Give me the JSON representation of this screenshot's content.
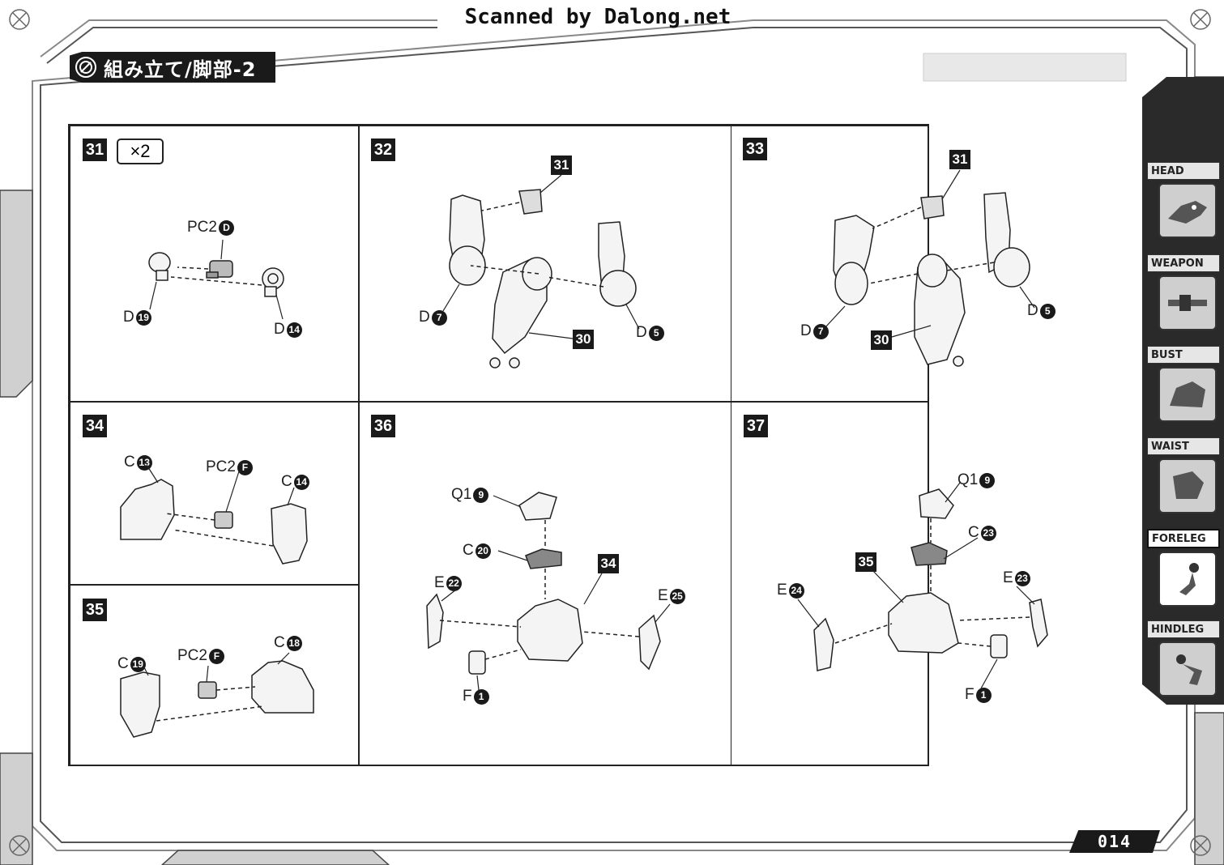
{
  "scan_credit": "Scanned by Dalong.net",
  "section_title": "組み立て/脚部-2",
  "page_number": "014",
  "side_tabs": [
    {
      "label": "HEAD",
      "icon": "head-icon",
      "active": false
    },
    {
      "label": "WEAPON",
      "icon": "weapon-icon",
      "active": false
    },
    {
      "label": "BUST",
      "icon": "bust-icon",
      "active": false
    },
    {
      "label": "WAIST",
      "icon": "waist-icon",
      "active": false
    },
    {
      "label": "FORELEG",
      "icon": "foreleg-icon",
      "active": true
    },
    {
      "label": "HINDLEG",
      "icon": "hindleg-icon",
      "active": false
    }
  ],
  "steps": {
    "s31": {
      "number": "31",
      "multiplier": "×2",
      "labels": {
        "pc2": {
          "text": "PC2",
          "num": "D"
        },
        "d19": {
          "text": "D",
          "num": "19"
        },
        "d14": {
          "text": "D",
          "num": "14"
        }
      }
    },
    "s32": {
      "number": "32",
      "ref31": "31",
      "ref30": "30",
      "labels": {
        "d7": {
          "text": "D",
          "num": "7"
        },
        "d5": {
          "text": "D",
          "num": "5"
        }
      }
    },
    "s33": {
      "number": "33",
      "ref31": "31",
      "ref30": "30",
      "labels": {
        "d7": {
          "text": "D",
          "num": "7"
        },
        "d5": {
          "text": "D",
          "num": "5"
        }
      }
    },
    "s34": {
      "number": "34",
      "labels": {
        "c13": {
          "text": "C",
          "num": "13"
        },
        "pc2": {
          "text": "PC2",
          "num": "F"
        },
        "c14": {
          "text": "C",
          "num": "14"
        }
      }
    },
    "s35": {
      "number": "35",
      "labels": {
        "c19": {
          "text": "C",
          "num": "19"
        },
        "pc2": {
          "text": "PC2",
          "num": "F"
        },
        "c18": {
          "text": "C",
          "num": "18"
        }
      }
    },
    "s36": {
      "number": "36",
      "ref34": "34",
      "labels": {
        "q19": {
          "text": "Q1",
          "num": "9"
        },
        "c20": {
          "text": "C",
          "num": "20"
        },
        "e22": {
          "text": "E",
          "num": "22"
        },
        "e25": {
          "text": "E",
          "num": "25"
        },
        "f1": {
          "text": "F",
          "num": "1"
        }
      }
    },
    "s37": {
      "number": "37",
      "ref35": "35",
      "labels": {
        "q19": {
          "text": "Q1",
          "num": "9"
        },
        "c23": {
          "text": "C",
          "num": "23"
        },
        "e24": {
          "text": "E",
          "num": "24"
        },
        "e23": {
          "text": "E",
          "num": "23"
        },
        "f1": {
          "text": "F",
          "num": "1"
        }
      }
    }
  }
}
